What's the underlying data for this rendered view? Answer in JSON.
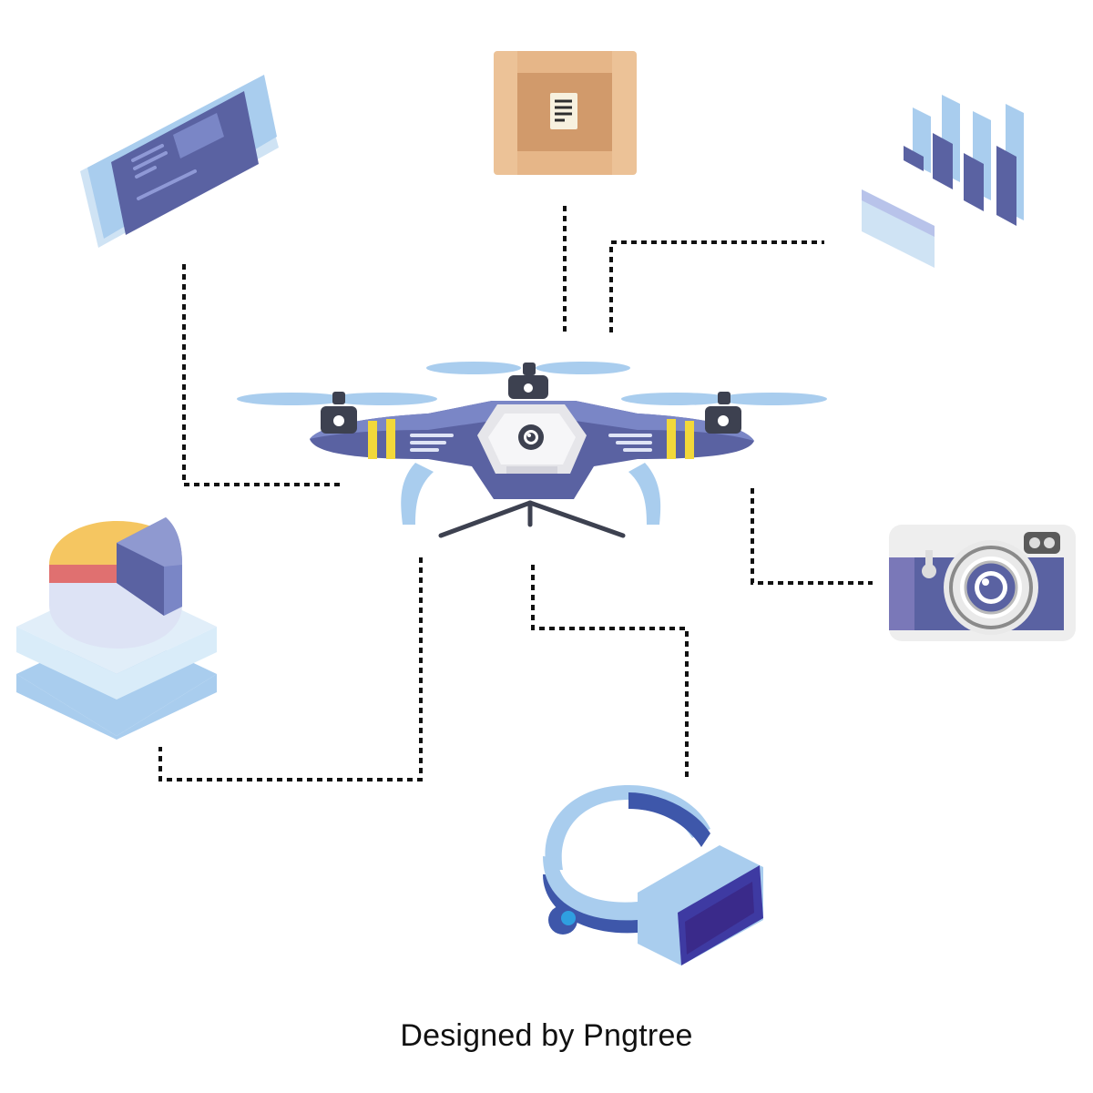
{
  "credit": {
    "text": "Designed by Pngtree"
  },
  "hub": {
    "icon": "drone-icon"
  },
  "nodes": [
    {
      "id": "phone",
      "icon": "smartphone-icon"
    },
    {
      "id": "package",
      "icon": "package-box-icon"
    },
    {
      "id": "bar-chart",
      "icon": "bar-chart-icon"
    },
    {
      "id": "pie-chart",
      "icon": "pie-chart-icon"
    },
    {
      "id": "camera",
      "icon": "camera-icon"
    },
    {
      "id": "vr-headset",
      "icon": "vr-headset-icon"
    }
  ],
  "colors": {
    "connector": "#111111",
    "drone_body": "#5a62a2",
    "drone_light": "#7a86c6",
    "propeller": "#a9cdee",
    "accent_yellow": "#f2d83a",
    "box_light": "#ecc297",
    "box_dark": "#d19a6b",
    "pale_blue": "#cfe3f4",
    "mid_blue": "#a9cdee",
    "pie_yellow": "#f5c661",
    "pie_red": "#e07070"
  }
}
